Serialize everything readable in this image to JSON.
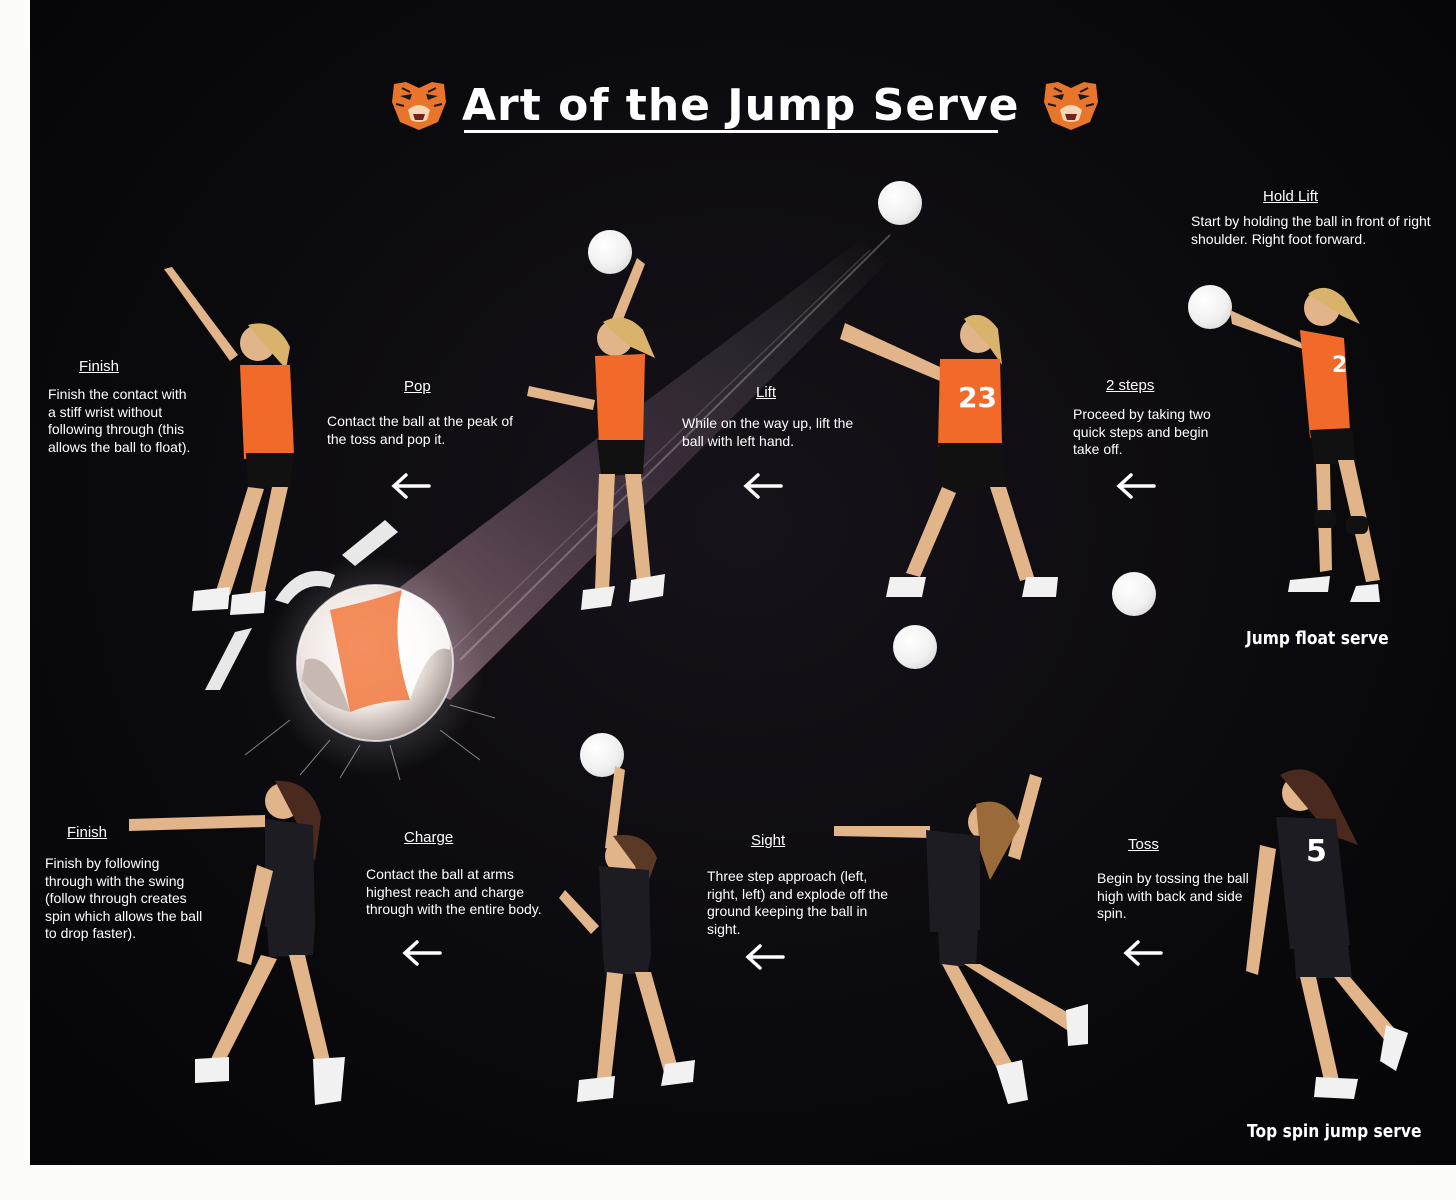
{
  "title": "Art of the Jump Serve",
  "colors": {
    "background": "#0a0a0d",
    "jersey_orange": "#f26a2a",
    "text": "#ffffff"
  },
  "icons": {
    "mascot": "tiger-head-icon",
    "arrow": "left-arrow-icon"
  },
  "jump_float_serve": {
    "label": "Jump float serve",
    "steps": [
      {
        "title": "Hold Lift",
        "text": "Start by holding the ball in front of right shoulder. Right foot forward."
      },
      {
        "title": "2 steps",
        "text": "Proceed by taking two quick steps and begin take off."
      },
      {
        "title": "Lift",
        "text": "While on the way up, lift the ball with left hand."
      },
      {
        "title": "Pop",
        "text": "Contact the ball at the peak of the toss and pop it."
      },
      {
        "title": "Finish",
        "text": "Finish the contact with a stiff wrist without following through (this allows the ball to float)."
      }
    ]
  },
  "top_spin_jump_serve": {
    "label": "Top spin jump serve",
    "steps": [
      {
        "title": "Toss",
        "text": "Begin by tossing the ball high with back and side spin."
      },
      {
        "title": "Sight",
        "text": "Three step approach (left, right, left) and explode off the ground keeping the ball in sight."
      },
      {
        "title": "Charge",
        "text": "Contact the ball at arms highest reach and charge through with the entire body."
      },
      {
        "title": "Finish",
        "text": "Finish by following through with the swing (follow through creates spin which allows the ball to drop faster)."
      }
    ]
  },
  "jersey_numbers": [
    "23",
    "2",
    "5"
  ]
}
